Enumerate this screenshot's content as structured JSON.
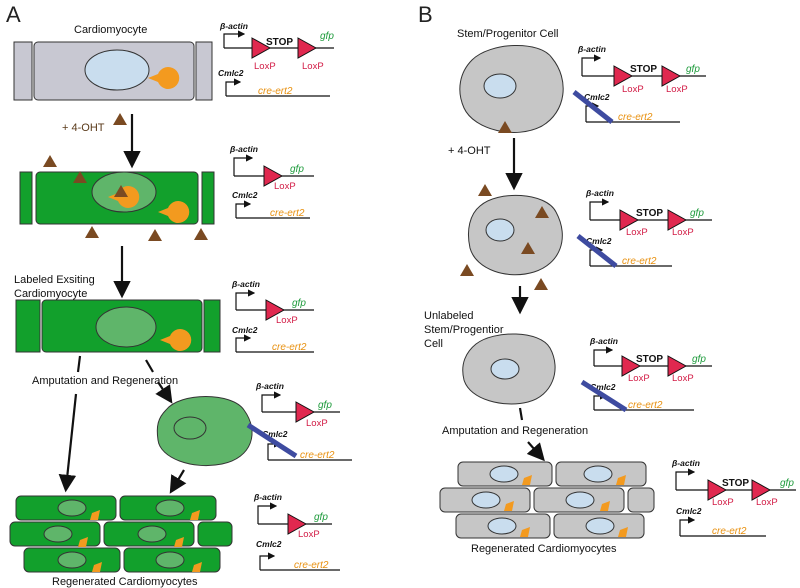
{
  "panels": {
    "a": {
      "letter": "A",
      "cardiomyocyte_label": "Cardiomyocyte",
      "ohtl_label": "+ 4-OHT",
      "labeled_label_1": "Labeled Exsiting",
      "labeled_label_2": "Cardiomyocyte",
      "amputation_label": "Amputation and Regeneration",
      "regenerated_label": "Regenerated Cardiomyocytes"
    },
    "b": {
      "letter": "B",
      "stem_label": "Stem/Progenitor Cell",
      "ohtl_label": "+ 4-OHT",
      "unlabeled_label_1": "Unlabeled",
      "unlabeled_label_2": "Stem/Progentior",
      "unlabeled_label_3": "Cell",
      "amputation_label": "Amputation and Regeneration",
      "regenerated_label": "Regenerated Cardiomyocytes"
    }
  },
  "construct": {
    "promoter_actin": "β-actin",
    "promoter_cmlc2": "Cmlc2",
    "stop": "STOP",
    "loxp": "LoxP",
    "gfp": "gfp",
    "cre": "cre-ert2"
  },
  "colors": {
    "cell_gray": "#c8c8d2",
    "stem_gray": "#c6c6c6",
    "green": "#12a02c",
    "light_green": "#5fb56a",
    "nucleus": "#c9ddee",
    "cre_orange": "#f39a1f",
    "tamoxifen": "#7a4a22",
    "loxp_red": "#e0284f",
    "inactive_blue": "#3e4ba0"
  }
}
